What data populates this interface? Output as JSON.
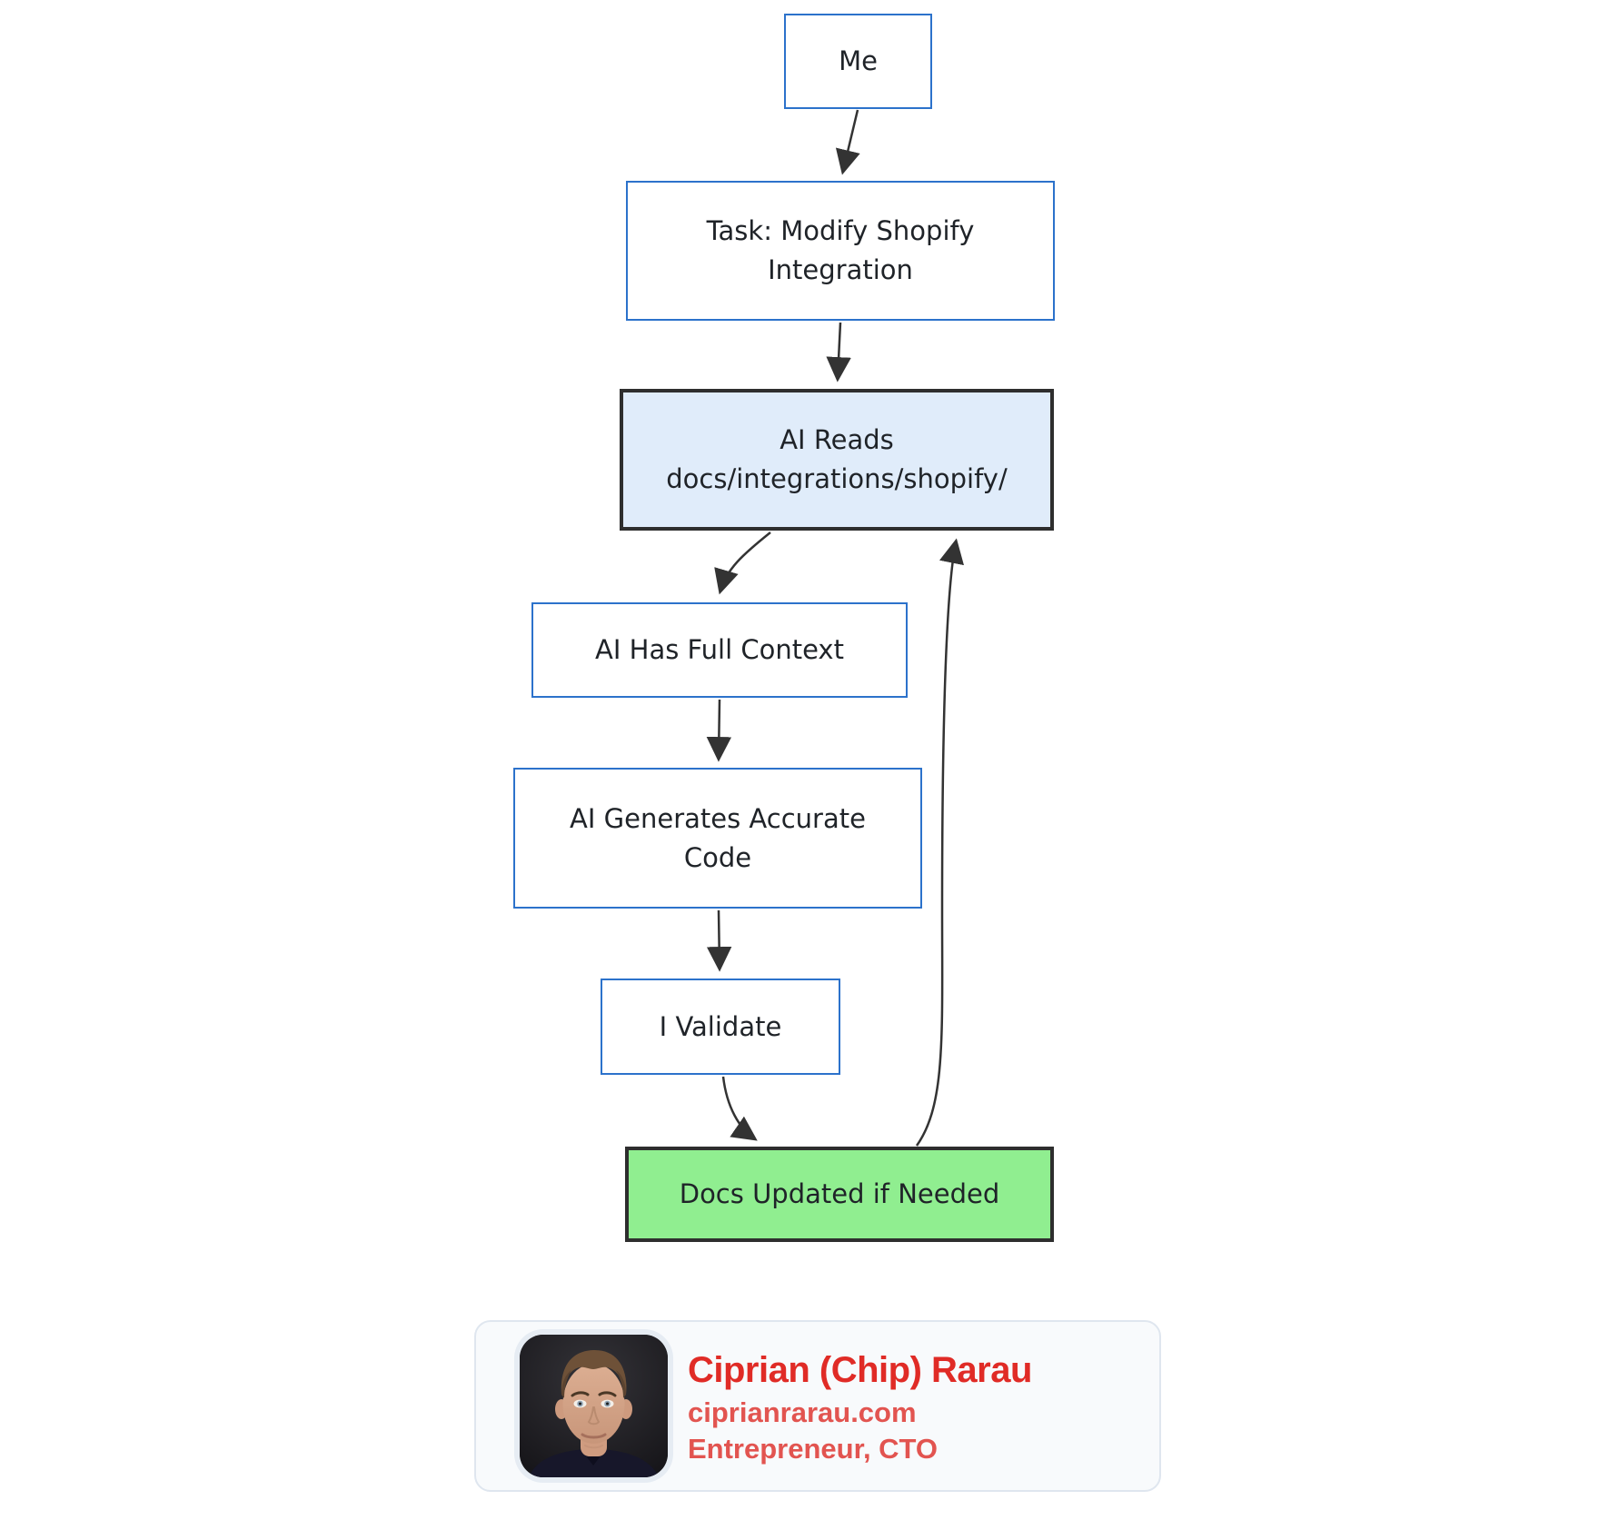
{
  "diagram": {
    "nodes": {
      "me": {
        "lines": [
          "Me"
        ]
      },
      "task": {
        "lines": [
          "Task: Modify Shopify",
          "Integration"
        ]
      },
      "ai_reads": {
        "lines": [
          "AI Reads",
          "docs/integrations/shopify/"
        ]
      },
      "context": {
        "lines": [
          "AI Has Full Context"
        ]
      },
      "generate": {
        "lines": [
          "AI Generates Accurate",
          "Code"
        ]
      },
      "validate": {
        "lines": [
          "I Validate"
        ]
      },
      "docs": {
        "lines": [
          "Docs Updated if Needed"
        ]
      }
    },
    "colors": {
      "node_border_blue": "#2c72cb",
      "highlight_fill": "#e0ecfa",
      "highlight_border": "#2e2e2e",
      "success_fill": "#90ee90",
      "arrow": "#333333"
    }
  },
  "card": {
    "name": "Ciprian (Chip) Rarau",
    "website": "ciprianrarau.com",
    "role": "Entrepreneur, CTO",
    "name_color": "#e02b26",
    "sub_color": "#e25450",
    "card_bg": "#f8fafc",
    "card_border": "#dfe6ef",
    "avatar_ring": "#e6ecf3",
    "avatar": "headshot-photo"
  }
}
